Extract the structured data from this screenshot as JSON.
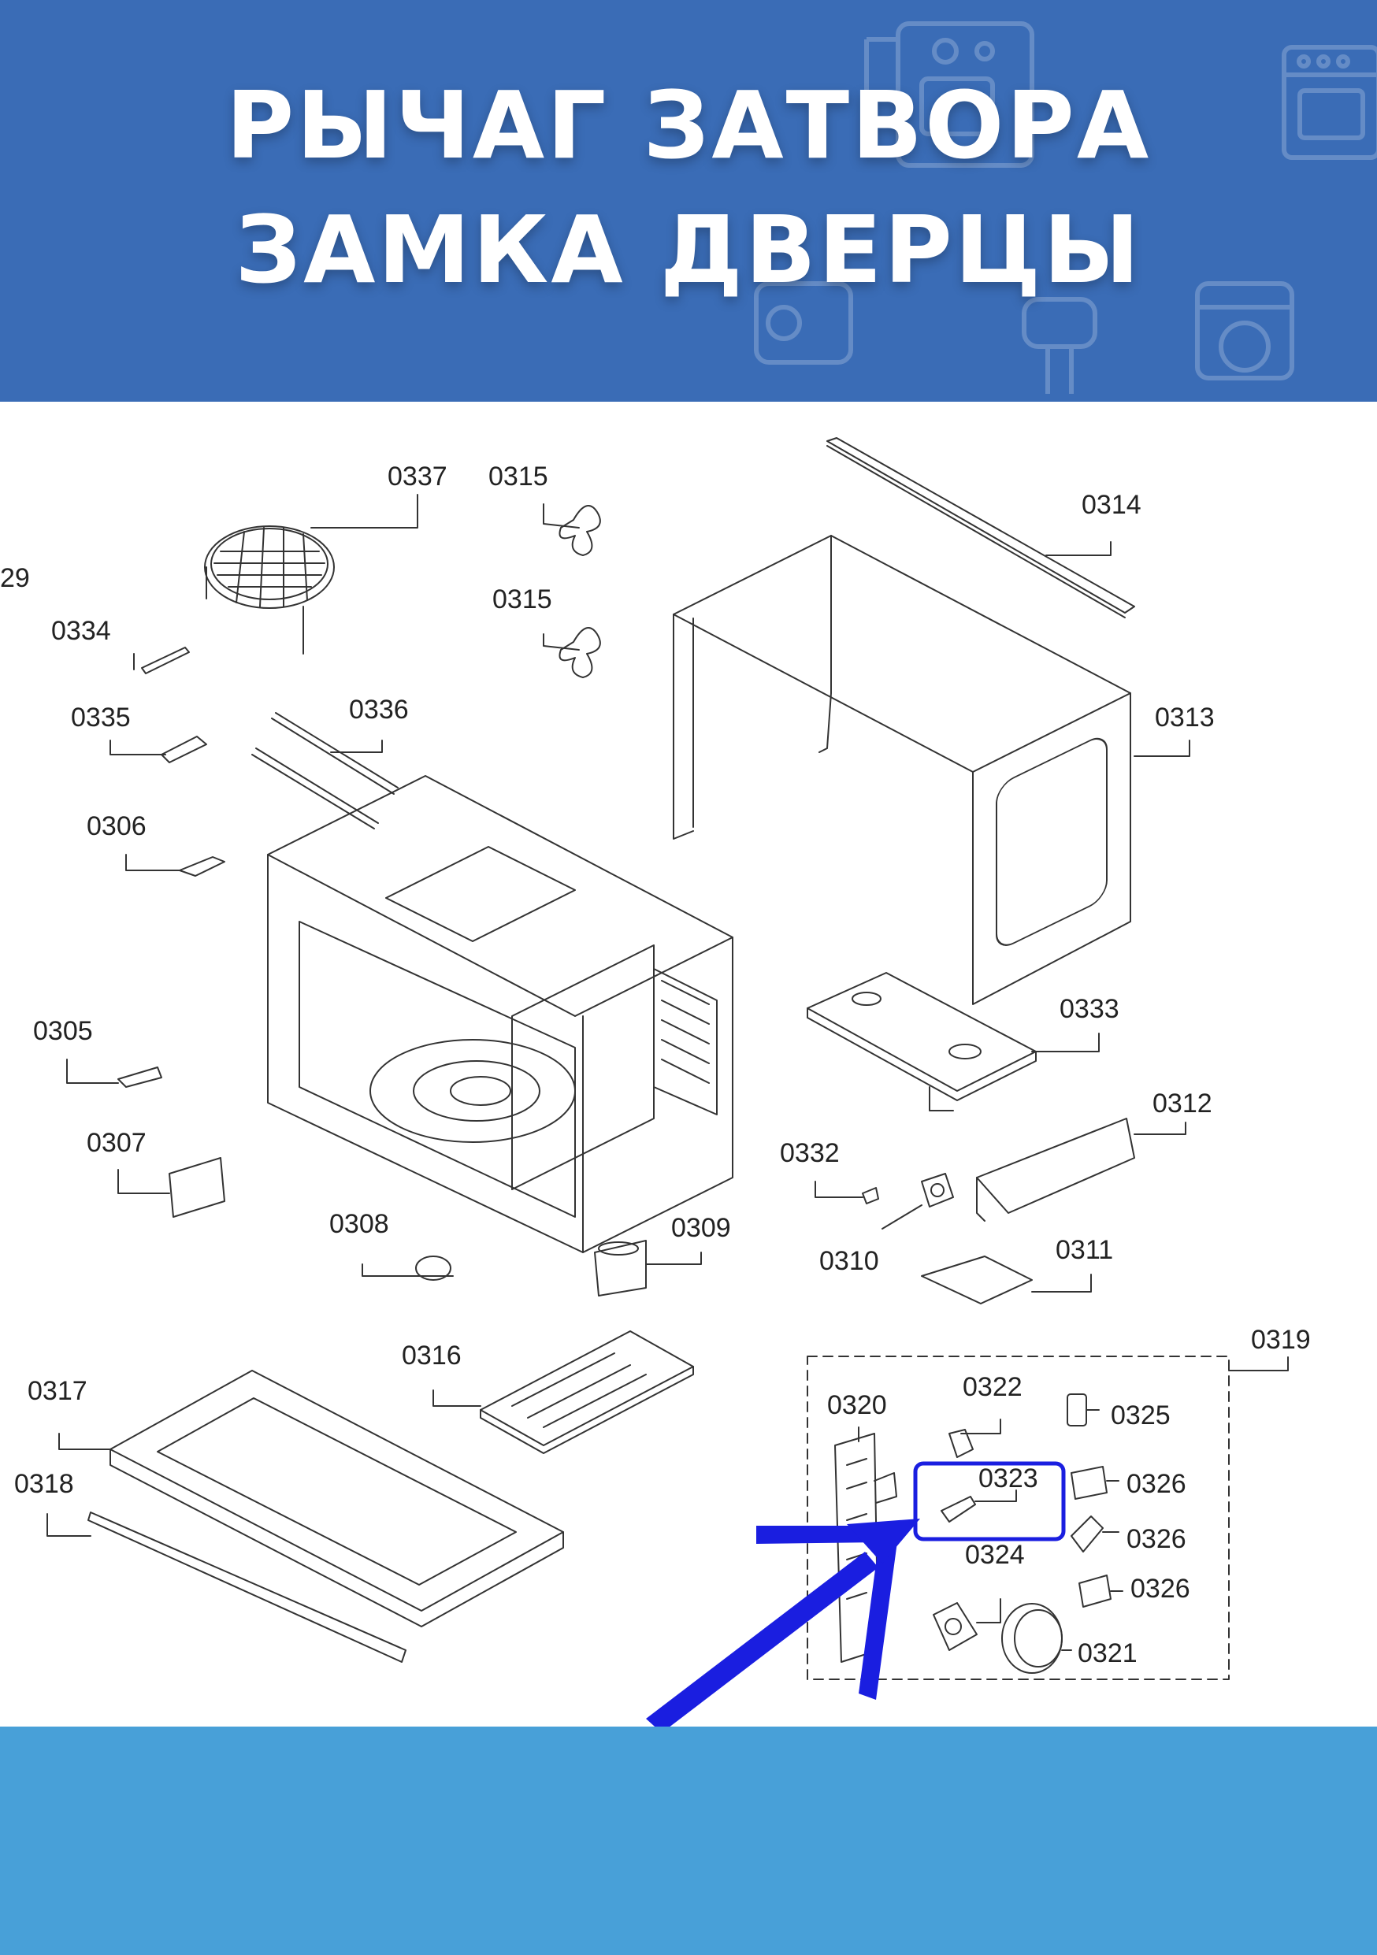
{
  "header": {
    "title_line1": "РЫЧАГ ЗАТВОРА",
    "title_line2": "ЗАМКА ДВЕРЦЫ",
    "background_color": "#3a6cb6",
    "decor_icons": [
      "appliance-outline-icon",
      "oven-outline-icon",
      "mixer-outline-icon",
      "dishwasher-outline-icon"
    ]
  },
  "diagram": {
    "part_labels": {
      "p0329": "29",
      "p0337": "0337",
      "p0315a": "0315",
      "p0315b": "0315",
      "p0314": "0314",
      "p0334": "0334",
      "p0335": "0335",
      "p0336": "0336",
      "p0313": "0313",
      "p0306": "0306",
      "p0333": "0333",
      "p0305": "0305",
      "p0312": "0312",
      "p0307": "0307",
      "p0332": "0332",
      "p0308": "0308",
      "p0309": "0309",
      "p0310": "0310",
      "p0311": "0311",
      "p0316": "0316",
      "p0319": "0319",
      "p0317": "0317",
      "p0320": "0320",
      "p0322": "0322",
      "p0325": "0325",
      "p0318": "0318",
      "p0323": "0323",
      "p0326a": "0326",
      "p0326b": "0326",
      "p0324": "0324",
      "p0326c": "0326",
      "p0321": "0321"
    },
    "highlighted_part": "0323",
    "highlight_color": "#1a1ee0"
  },
  "footer": {
    "background_color": "#48a0d8"
  }
}
